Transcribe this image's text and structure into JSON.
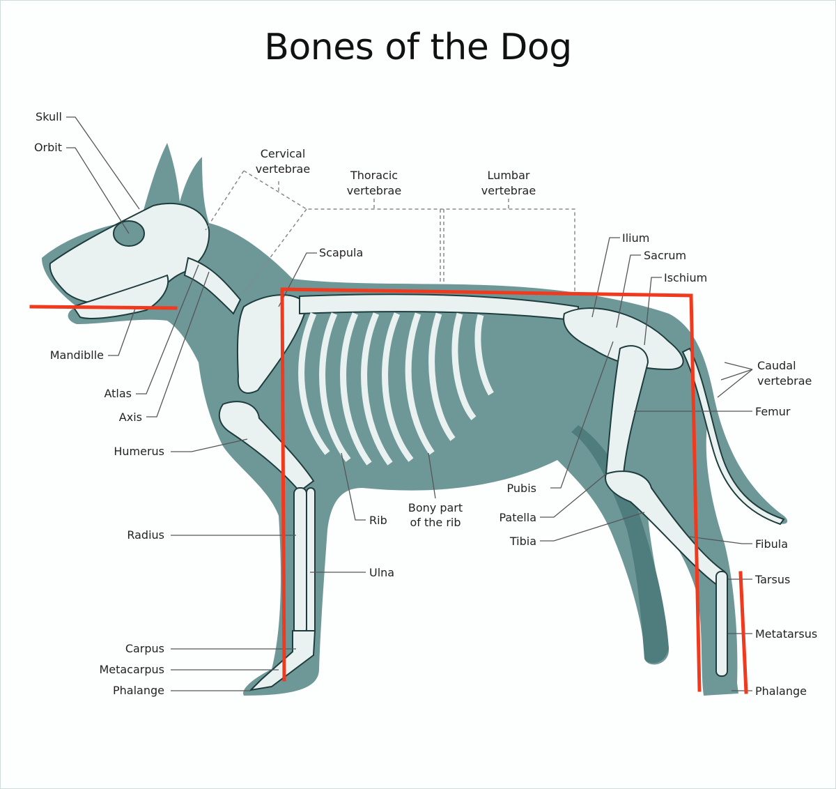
{
  "title": "Bones of the Dog",
  "colors": {
    "silhouette": "#6e9898",
    "silhouette_dark": "#4f7c7c",
    "bone": "#e9f1f1",
    "bone_outline": "#1e3c3c",
    "leader": "#555555",
    "annotation_red": "#f03a1f"
  },
  "labels": {
    "skull": "Skull",
    "orbit": "Orbit",
    "mandible": "Mandiblle",
    "atlas": "Atlas",
    "axis": "Axis",
    "humerus": "Humerus",
    "radius": "Radius",
    "carpus": "Carpus",
    "metacarpus": "Metacarpus",
    "phalange_front": "Phalange",
    "cervical_1": "Cervical",
    "cervical_2": "vertebrae",
    "thoracic_1": "Thoracic",
    "thoracic_2": "vertebrae",
    "lumbar_1": "Lumbar",
    "lumbar_2": "vertebrae",
    "scapula": "Scapula",
    "ilium": "Ilium",
    "sacrum": "Sacrum",
    "ischium": "Ischium",
    "caudal_1": "Caudal",
    "caudal_2": "vertebrae",
    "femur": "Femur",
    "pubis": "Pubis",
    "patella": "Patella",
    "tibia": "Tibia",
    "fibula": "Fibula",
    "tarsus": "Tarsus",
    "metatarsus": "Metatarsus",
    "phalange_back": "Phalange",
    "rib": "Rib",
    "bony_1": "Bony part",
    "bony_2": "of the rib",
    "ulna": "Ulna"
  }
}
